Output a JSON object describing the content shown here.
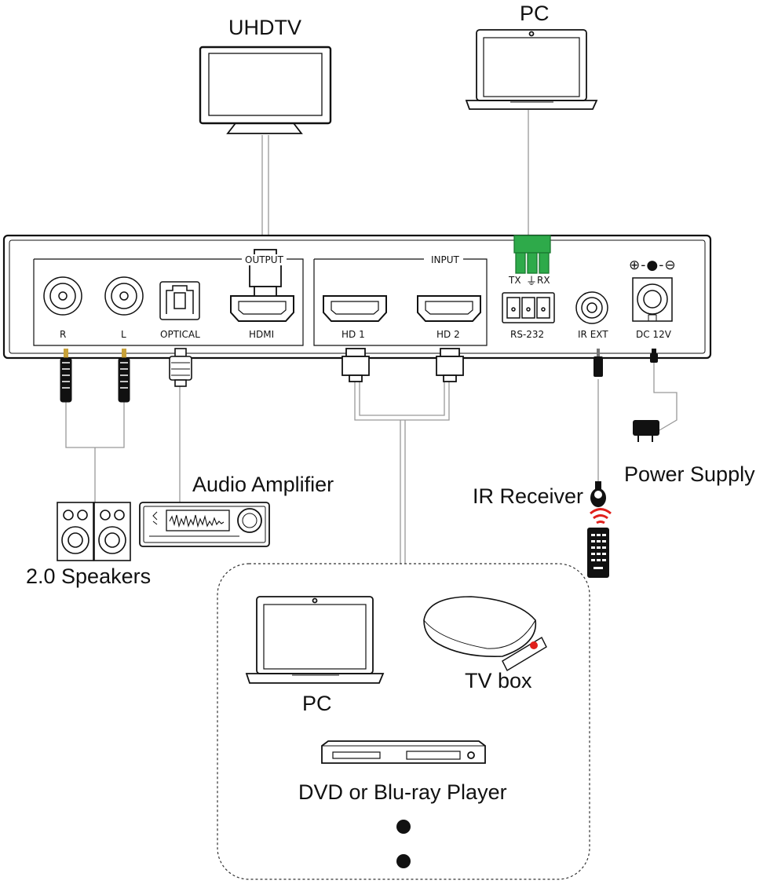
{
  "title": "",
  "devices": {
    "uhdtv": "UHDTV",
    "pc_top": "PC",
    "audio_amplifier": "Audio Amplifier",
    "speakers": "2.0 Speakers",
    "ir_receiver": "IR Receiver",
    "power_supply": "Power Supply",
    "pc_source": "PC",
    "tv_box": "TV box",
    "dvd_player": "DVD or Blu-ray Player"
  },
  "panel": {
    "output_group": "OUTPUT",
    "input_group": "INPUT",
    "ports": {
      "r": "R",
      "l": "L",
      "optical": "OPTICAL",
      "hdmi": "HDMI",
      "hd1": "HD 1",
      "hd2": "HD 2",
      "rs232": "RS-232",
      "irext": "IR EXT",
      "dc": "DC 12V"
    },
    "rs232_pins": {
      "tx": "TX",
      "gnd": "⏚",
      "rx": "RX"
    },
    "dc_polarity": "⊕-●-⊖"
  },
  "colors": {
    "line": "#111111",
    "cable": "#9a9a9a",
    "green_connector": "#2eaa4a",
    "ir_red": "#e0201c"
  },
  "icons": [
    "tv-icon",
    "laptop-icon",
    "speaker-icon",
    "amplifier-icon",
    "remote-icon",
    "ir-receiver-icon",
    "power-adapter-icon",
    "tv-box-icon",
    "dvd-player-icon",
    "terminal-block-icon"
  ]
}
